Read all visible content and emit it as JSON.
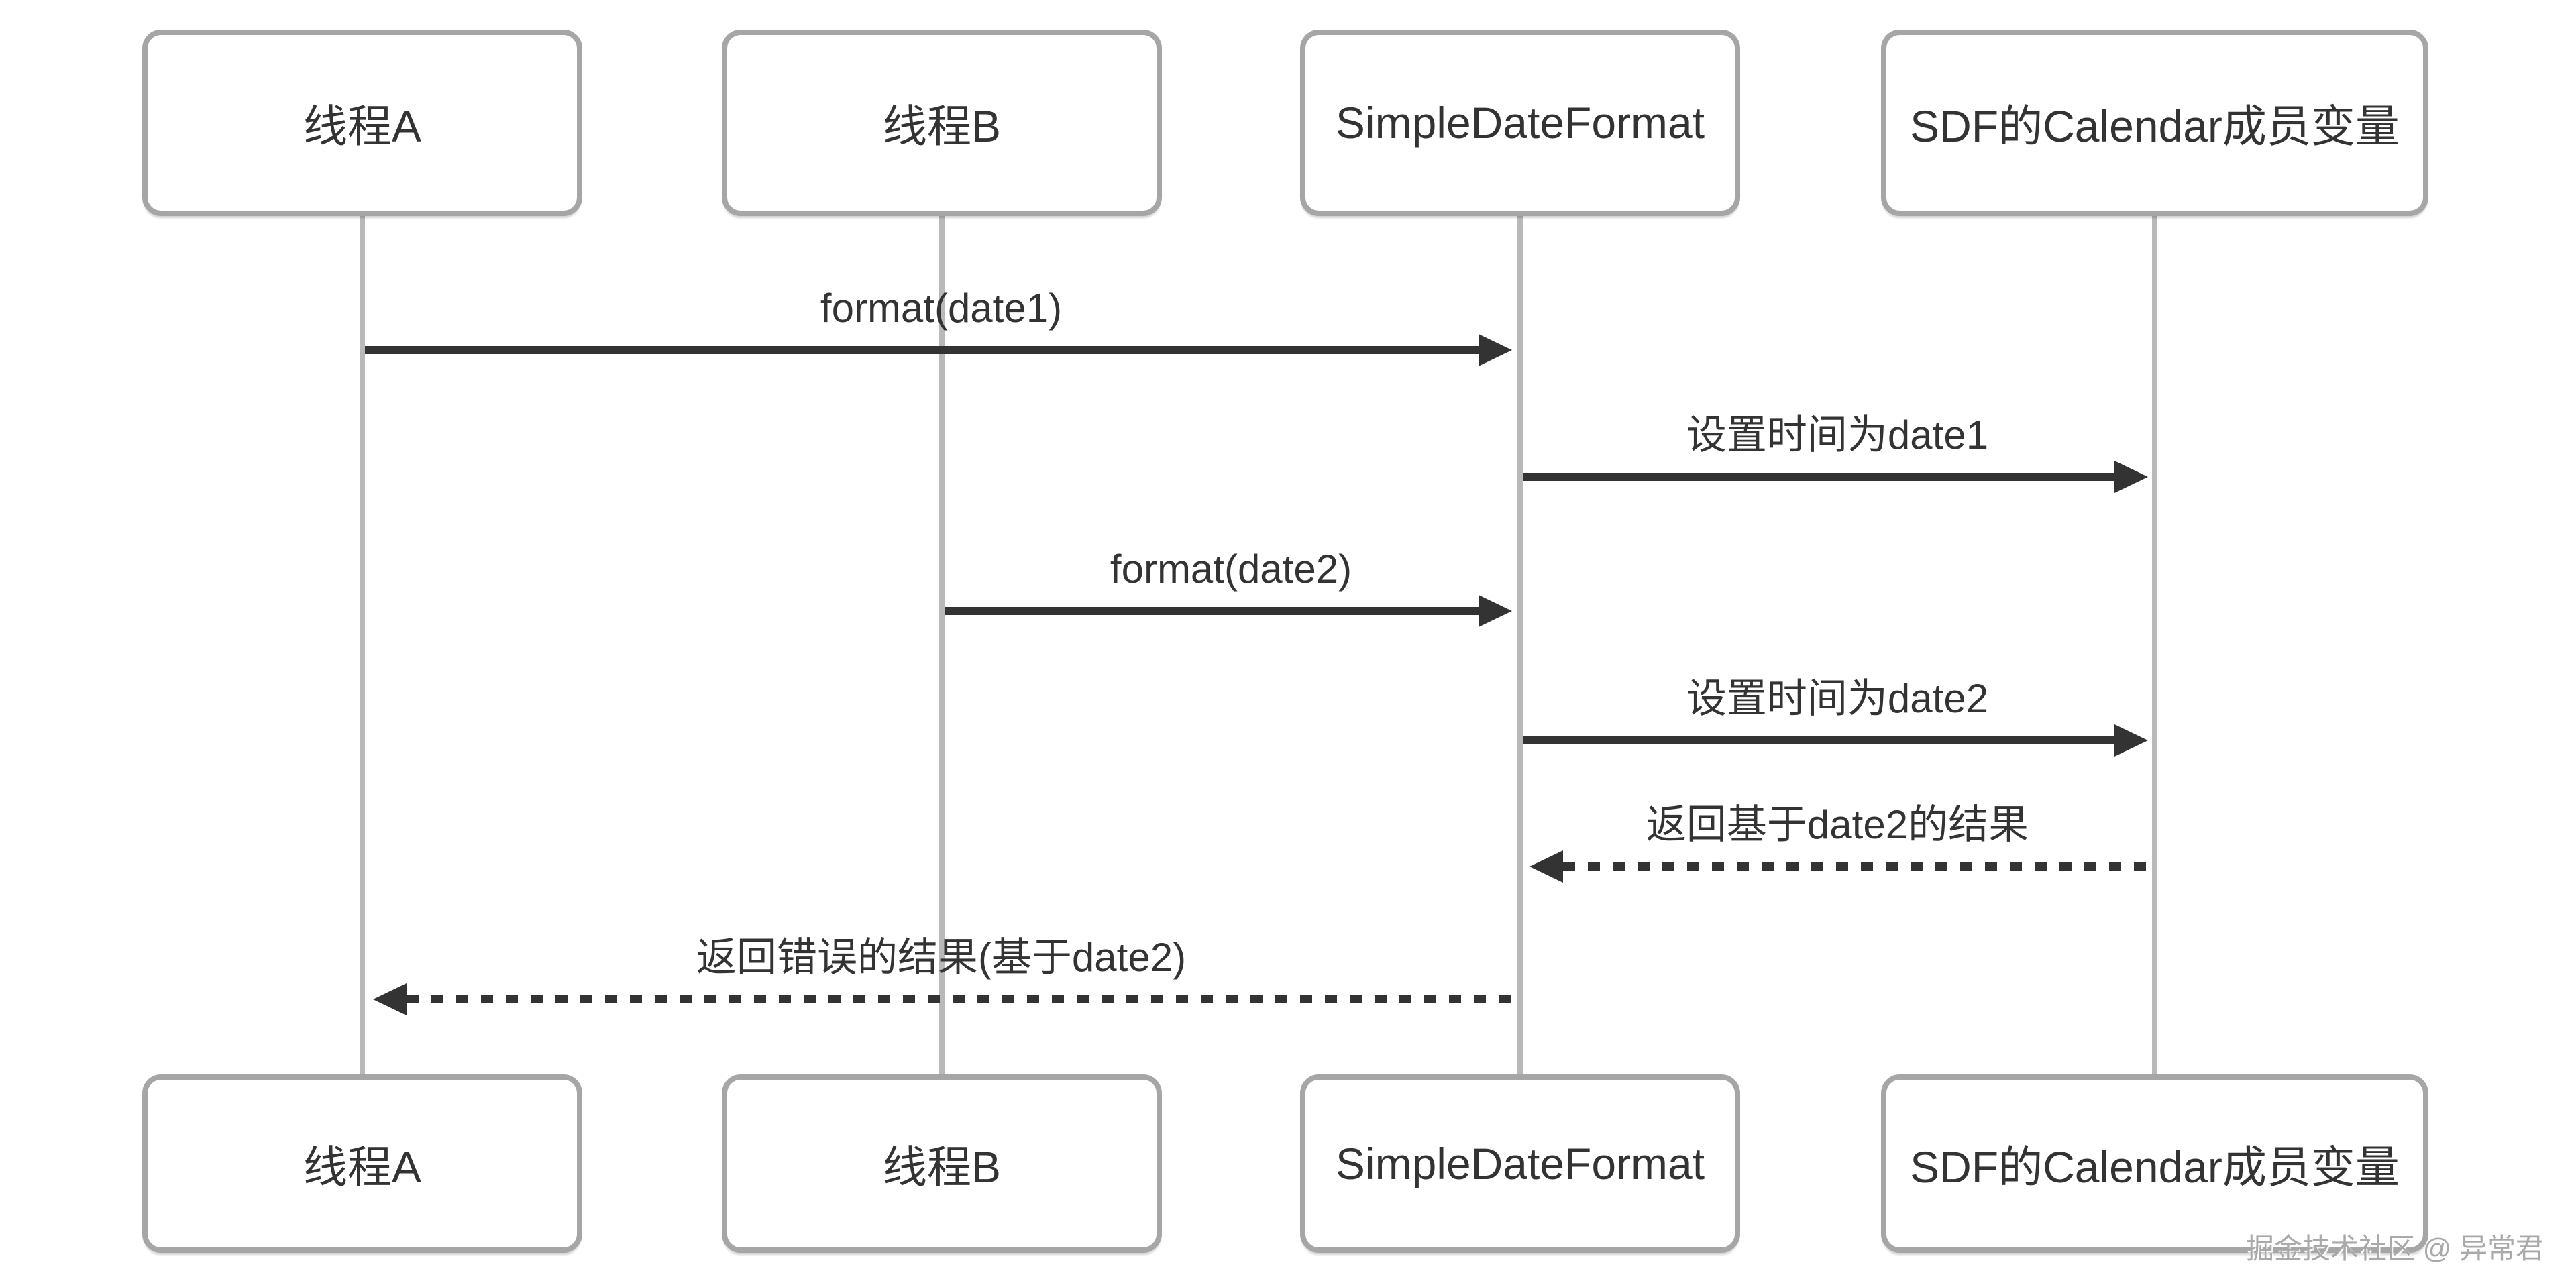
{
  "diagram": {
    "type": "sequence-diagram",
    "participants": [
      {
        "id": "thread-a",
        "label": "线程A"
      },
      {
        "id": "thread-b",
        "label": "线程B"
      },
      {
        "id": "sdf",
        "label": "SimpleDateFormat"
      },
      {
        "id": "calendar",
        "label": "SDF的Calendar成员变量"
      }
    ],
    "messages": [
      {
        "from": "thread-a",
        "to": "sdf",
        "label": "format(date1)",
        "style": "solid",
        "direction": "right"
      },
      {
        "from": "sdf",
        "to": "calendar",
        "label": "设置时间为date1",
        "style": "solid",
        "direction": "right"
      },
      {
        "from": "thread-b",
        "to": "sdf",
        "label": "format(date2)",
        "style": "solid",
        "direction": "right"
      },
      {
        "from": "sdf",
        "to": "calendar",
        "label": "设置时间为date2",
        "style": "solid",
        "direction": "right"
      },
      {
        "from": "calendar",
        "to": "sdf",
        "label": "返回基于date2的结果",
        "style": "dashed",
        "direction": "left"
      },
      {
        "from": "sdf",
        "to": "thread-a",
        "label": "返回错误的结果(基于date2)",
        "style": "dashed",
        "direction": "left"
      }
    ],
    "watermark": "掘金技术社区 @ 异常君",
    "colors": {
      "background": "#ffffff",
      "arrow": "#333333",
      "text": "#333333",
      "box_border": "#a6a6a6",
      "lifeline": "#b9b9b9",
      "watermark": "#a9a9a9"
    }
  }
}
